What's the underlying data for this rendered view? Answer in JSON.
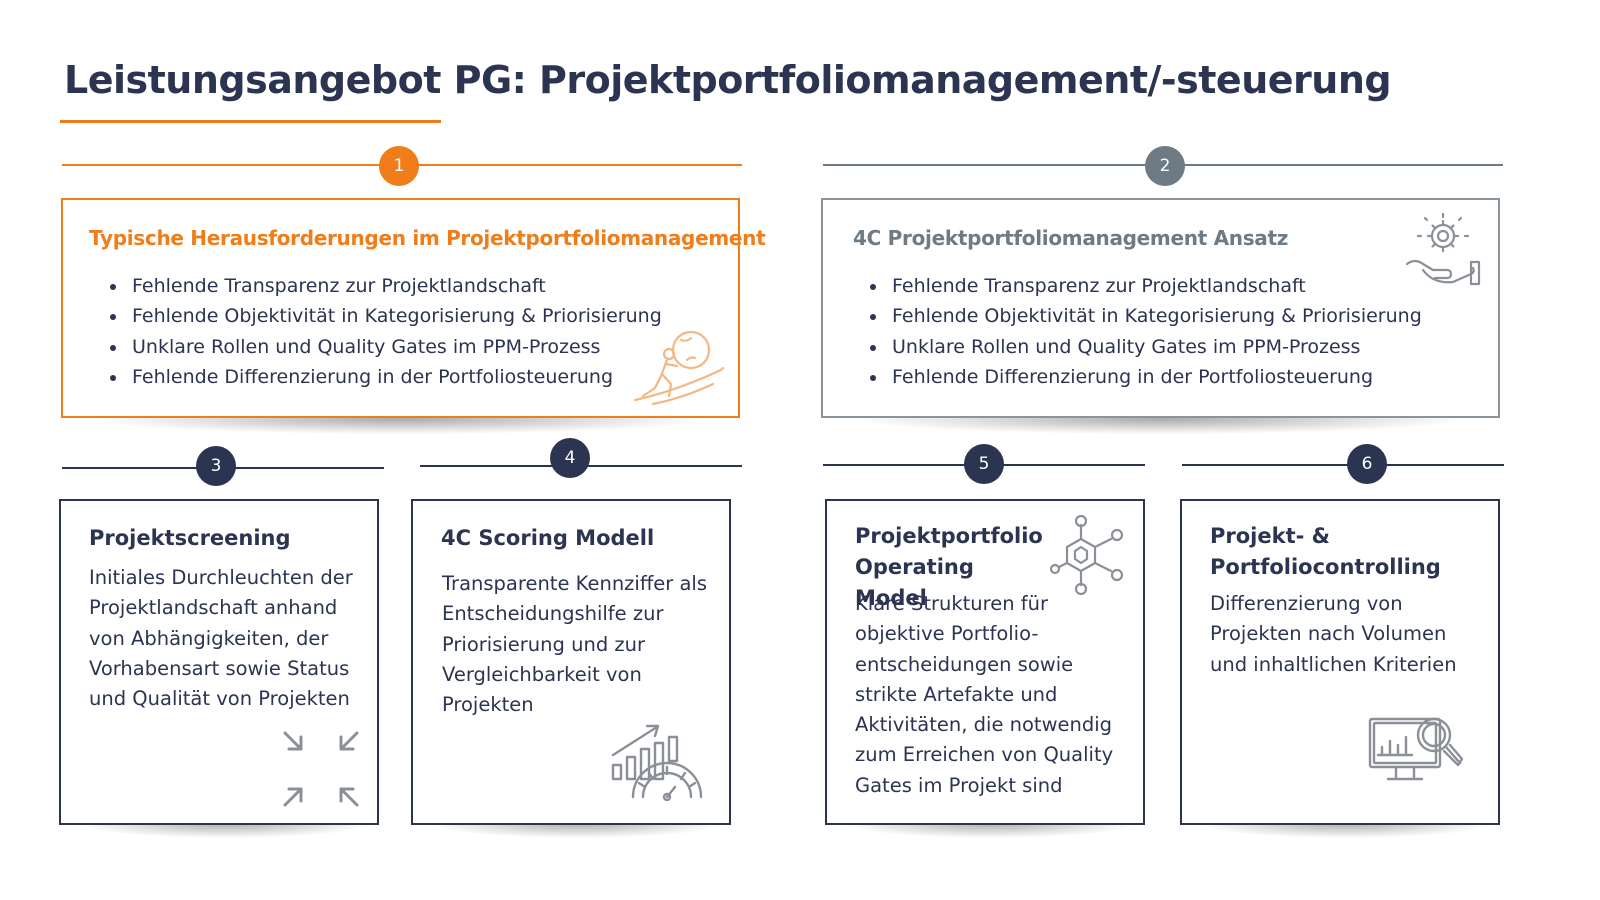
{
  "page": {
    "title": "Leistungsangebot PG: Projektportfoliomanagement/-steuerung"
  },
  "colors": {
    "accent": "#f07d1a",
    "navy": "#2b3450",
    "grey": "#6e7a84",
    "border_grey": "#8a949c",
    "icon_grey": "#8b9098",
    "orange_icon": "#f4b783"
  },
  "sections": [
    {
      "number": "1",
      "title": "Typische Herausforderungen im Projektportfoliomanagement",
      "bullets": [
        "Fehlende Transparenz zur Projektlandschaft",
        "Fehlende Objektivität in Kategorisierung & Priorisierung",
        "Unklare Rollen und Quality Gates im PPM-Prozess",
        "Fehlende Differenzierung in der Portfoliosteuerung"
      ],
      "icon": "climber-boulder-icon"
    },
    {
      "number": "2",
      "title": "4C Projektportfoliomanagement Ansatz",
      "bullets": [
        "Fehlende Transparenz zur Projektlandschaft",
        "Fehlende Objektivität in Kategorisierung & Priorisierung",
        "Unklare Rollen und Quality Gates im PPM-Prozess",
        "Fehlende Differenzierung in der Portfoliosteuerung"
      ],
      "icon": "gear-hand-icon"
    },
    {
      "number": "3",
      "title": "Projektscreening",
      "text": "Initiales Durchleuchten der Projektlandschaft anhand von Abhängigkeiten, der Vorhabensart sowie Status und Qualität von Projekten",
      "icon": "collapse-arrows-icon"
    },
    {
      "number": "4",
      "title": "4C Scoring Modell",
      "text": "Transparente Kennziffer als Entscheidungshilfe zur Priorisierung und zur Vergleichbarkeit von Projekten",
      "icon": "chart-gauge-icon"
    },
    {
      "number": "5",
      "title": "Projektportfolio Operating Model",
      "text": "Klare Strukturen für objektive Portfolio-entscheidungen sowie strikte Artefakte und Aktivitäten, die notwendig zum Erreichen von Quality Gates im Projekt sind",
      "icon": "network-hexagon-icon"
    },
    {
      "number": "6",
      "title": "Projekt- & Portfoliocontrolling",
      "text": "Differenzierung von Projekten nach Volumen und inhaltlichen Kriterien",
      "icon": "monitor-magnifier-icon"
    }
  ]
}
